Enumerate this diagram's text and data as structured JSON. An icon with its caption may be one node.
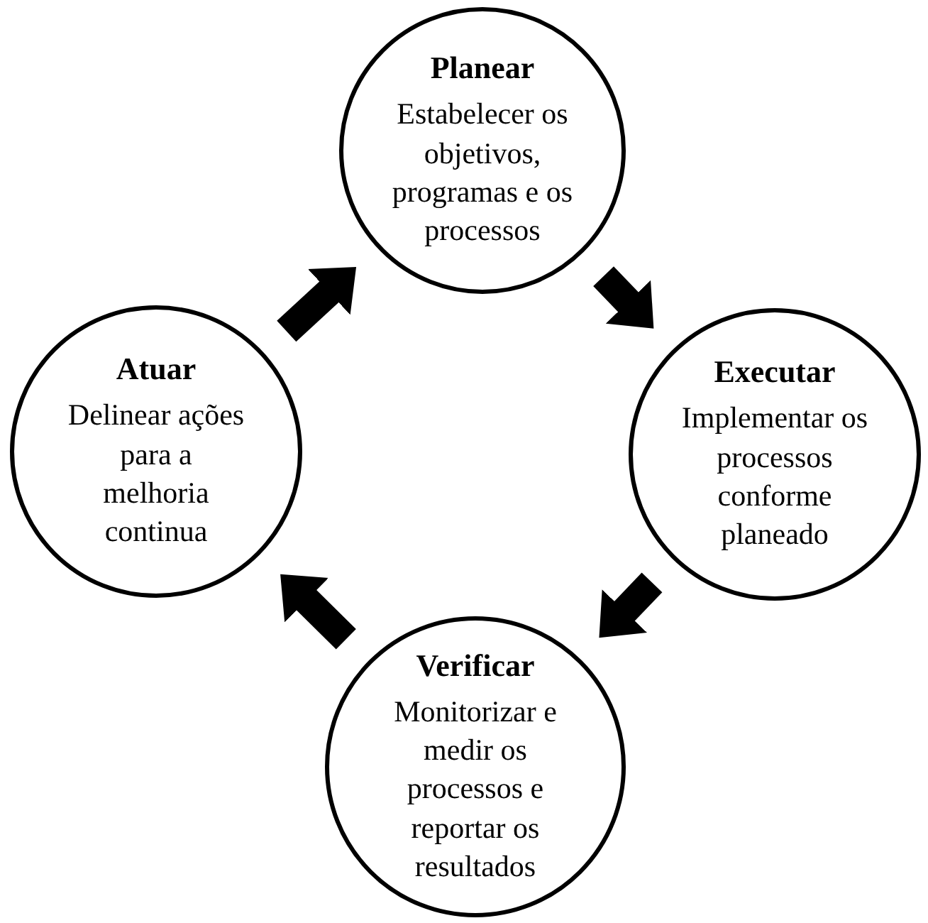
{
  "diagram": {
    "nodes": [
      {
        "text": [
          "Planear",
          "Estabelecer os objetivos, programas e os processos"
        ]
      },
      {
        "text": [
          "Executar",
          "Implementar os processos conforme planeado"
        ]
      },
      {
        "text": [
          "Verificar",
          "Monitorizar e medir os processos e reportar os resultados"
        ]
      },
      {
        "text": [
          "Atuar",
          "Delinear ações para a melhoria continua"
        ]
      }
    ],
    "edges": [
      {
        "from": 0,
        "to": 1,
        "arrow": "to"
      },
      {
        "from": 1,
        "to": 2,
        "arrow": "to"
      },
      {
        "from": 2,
        "to": 3,
        "arrow": "to"
      },
      {
        "from": 3,
        "to": 0,
        "arrow": "to"
      }
    ]
  }
}
